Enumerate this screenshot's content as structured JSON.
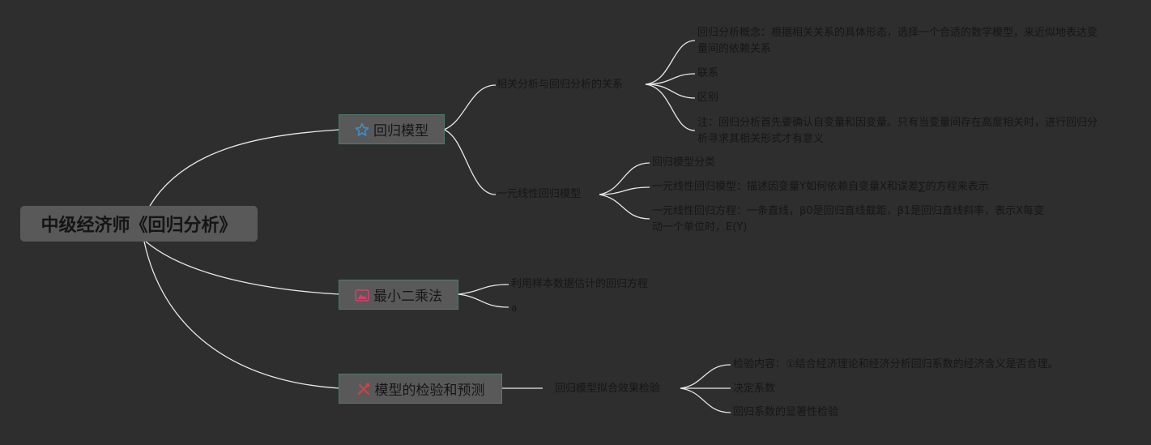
{
  "root": {
    "label": "中级经济师《回归分析》"
  },
  "branches": [
    {
      "label": "回归模型",
      "icon": "star-icon",
      "children": [
        {
          "label": "相关分析与回归分析的关系",
          "children": [
            "回归分析概念：根据相关关系的具体形态，选择一个合适的数学模型，来近似地表达变量间的依赖关系",
            "联系",
            "区别",
            "注：回归分析首先要确认自变量和因变量。只有当变量间存在高度相关时，进行回归分析寻求其相关形式才有意义"
          ]
        },
        {
          "label": "一元线性回归模型",
          "children": [
            "回归模型分类",
            "一元线性回归模型：描述因变量Y如何依赖自变量X和误差∑的方程来表示",
            "一元线性回归方程：一条直线，β0是回归直线截距，β1是回归直线斜率，表示X每变动一个单位时，E(Y)"
          ]
        }
      ]
    },
    {
      "label": "最小二乘法",
      "icon": "mountain-icon",
      "children": [
        "利用样本数据估计的回归方程",
        "a"
      ]
    },
    {
      "label": "模型的检验和预测",
      "icon": "tools-icon",
      "children": [
        {
          "label": "回归模型拟合效果检验",
          "children": [
            "检验内容：①结合经济理论和经济分析回归系数的经济含义是否合理。",
            "决定系数",
            "回归系数的显著性检验"
          ]
        }
      ]
    }
  ],
  "colors": {
    "background": "#2e2e2e",
    "star": "#3a8fd0",
    "mountain": "#d2436a",
    "tools": "#c94444"
  }
}
